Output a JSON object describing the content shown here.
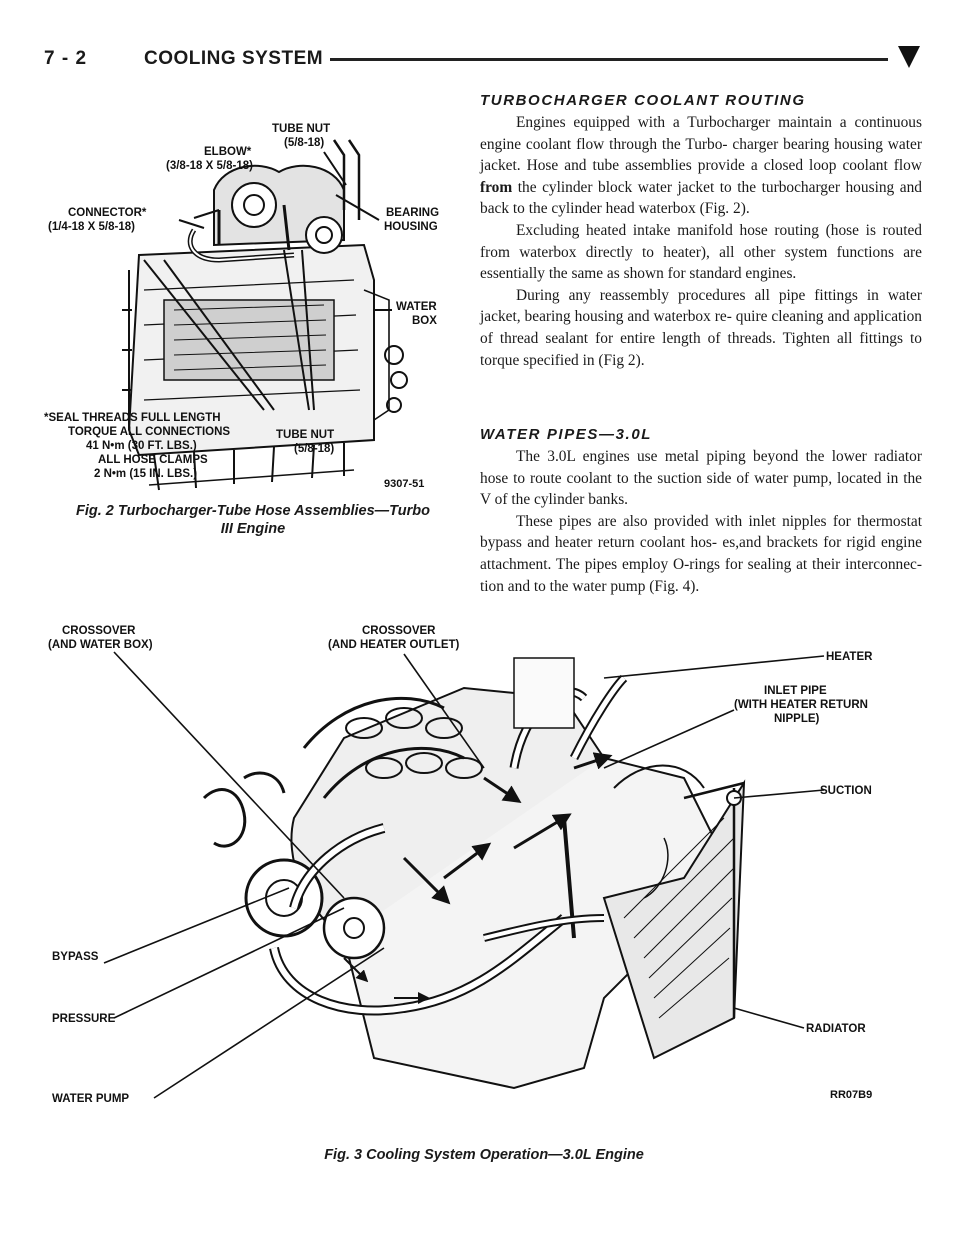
{
  "header": {
    "page_number": "7 - 2",
    "section_title": "COOLING SYSTEM",
    "marker": "triangle-icon"
  },
  "sections": {
    "turbo": {
      "heading": "TURBOCHARGER COOLANT ROUTING",
      "paragraphs": [
        "Engines equipped with a Turbocharger maintain a continuous engine coolant flow through the Turbo- charger bearing housing water jacket. Hose and tube assemblies provide a closed loop coolant flow ",
        "Excluding heated intake manifold hose routing (hose is routed from waterbox directly to heater), all other system functions are essentially the same as shown for standard engines.",
        "During any reassembly procedures all pipe fittings in water jacket, bearing housing and waterbox re- quire cleaning and application of thread sealant for entire length of threads. Tighten all fittings to torque specified in (Fig 2)."
      ],
      "bold_word": "from",
      "para1_tail": " the cylinder block water jacket to the turbocharger housing and back to the cylinder head waterbox (Fig. 2)."
    },
    "water_pipes": {
      "heading": "WATER PIPES—3.0L",
      "paragraphs": [
        "The 3.0L engines use metal piping beyond the lower radiator hose to route coolant to the suction side of water pump, located in the V of the cylinder banks.",
        "These pipes are also provided with inlet nipples for thermostat bypass and heater return coolant hos- es,and brackets for rigid engine attachment. The pipes employ O-rings for sealing at their interconnec- tion and to the water pump (Fig. 4)."
      ]
    }
  },
  "fig2": {
    "caption_line1": "Fig. 2 Turbocharger-Tube Hose Assemblies—Turbo",
    "caption_line2": "III Engine",
    "code": "9307-51",
    "labels": {
      "tube_nut_top": "TUBE NUT",
      "tube_nut_top_size": "(5/8-18)",
      "elbow": "ELBOW*",
      "elbow_size": "(3/8-18 X 5/8-18)",
      "connector": "CONNECTOR*",
      "connector_size": "(1/4-18 X 5/8-18)",
      "bearing": "BEARING",
      "housing": "HOUSING",
      "water": "WATER",
      "box": "BOX",
      "note1": "*SEAL THREADS FULL LENGTH",
      "note2": "TORQUE ALL CONNECTIONS",
      "note3": "41 N•m (30 FT. LBS.)",
      "note4": "ALL HOSE CLAMPS",
      "note5": "2 N•m (15 IN. LBS.)",
      "tube_nut_bottom": "TUBE NUT",
      "tube_nut_bottom_size": "(5/8-18)"
    }
  },
  "fig3": {
    "caption": "Fig. 3 Cooling System Operation—3.0L Engine",
    "code": "RR07B9",
    "labels": {
      "crossover1_a": "CROSSOVER",
      "crossover1_b": "(AND WATER BOX)",
      "crossover2_a": "CROSSOVER",
      "crossover2_b": "(AND HEATER OUTLET)",
      "heater": "HEATER",
      "inlet_a": "INLET PIPE",
      "inlet_b": "(WITH HEATER RETURN",
      "inlet_c": "NIPPLE)",
      "suction": "SUCTION",
      "bypass": "BYPASS",
      "pressure": "PRESSURE",
      "water_pump": "WATER PUMP",
      "radiator": "RADIATOR"
    }
  }
}
